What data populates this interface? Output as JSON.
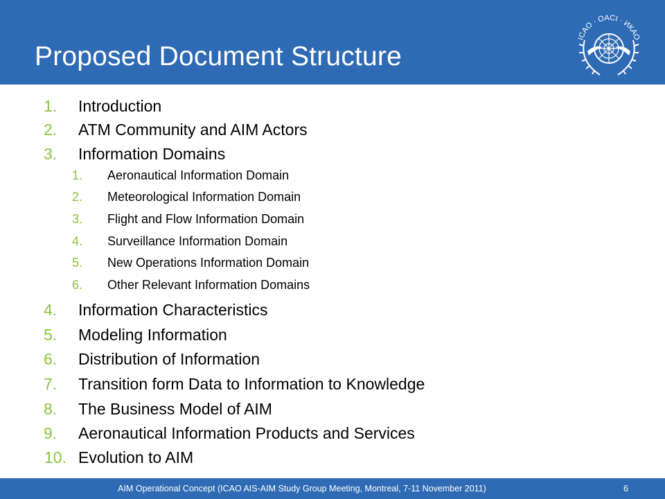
{
  "slide": {
    "title": "Proposed Document Structure",
    "emblem_text": "ICAO · OACI · ИКАО",
    "emblem_icon": "icao-emblem-icon",
    "accent_color": "#8ac43f",
    "header_color": "#2f6ab4"
  },
  "outline": [
    {
      "num": "1.",
      "text": "Introduction",
      "level": 1
    },
    {
      "num": "2.",
      "text": "ATM Community and AIM Actors",
      "level": 1
    },
    {
      "num": "3.",
      "text": "Information Domains",
      "level": 1
    },
    {
      "num": "1.",
      "text": "Aeronautical Information Domain",
      "level": 2
    },
    {
      "num": "2.",
      "text": "Meteorological Information Domain",
      "level": 2
    },
    {
      "num": "3.",
      "text": "Flight and Flow Information Domain",
      "level": 2
    },
    {
      "num": "4.",
      "text": "Surveillance Information Domain",
      "level": 2
    },
    {
      "num": "5.",
      "text": "New Operations Information Domain",
      "level": 2
    },
    {
      "num": "6.",
      "text": "Other Relevant Information Domains",
      "level": 2
    },
    {
      "num": "4.",
      "text": "Information Characteristics",
      "level": 1
    },
    {
      "num": "5.",
      "text": "Modeling Information",
      "level": 1
    },
    {
      "num": "6.",
      "text": "Distribution of Information",
      "level": 1
    },
    {
      "num": "7.",
      "text": "Transition form Data to Information to Knowledge",
      "level": 1
    },
    {
      "num": "8.",
      "text": "The Business Model of AIM",
      "level": 1
    },
    {
      "num": "9.",
      "text": "Aeronautical Information Products and Services",
      "level": 1
    },
    {
      "num": "10.",
      "text": "Evolution to AIM",
      "level": 1
    }
  ],
  "footer": {
    "text": "AIM Operational Concept (ICAO AIS-AIM Study Group Meeting, Montreal, 7-11 November 2011)",
    "page_number": "6"
  }
}
